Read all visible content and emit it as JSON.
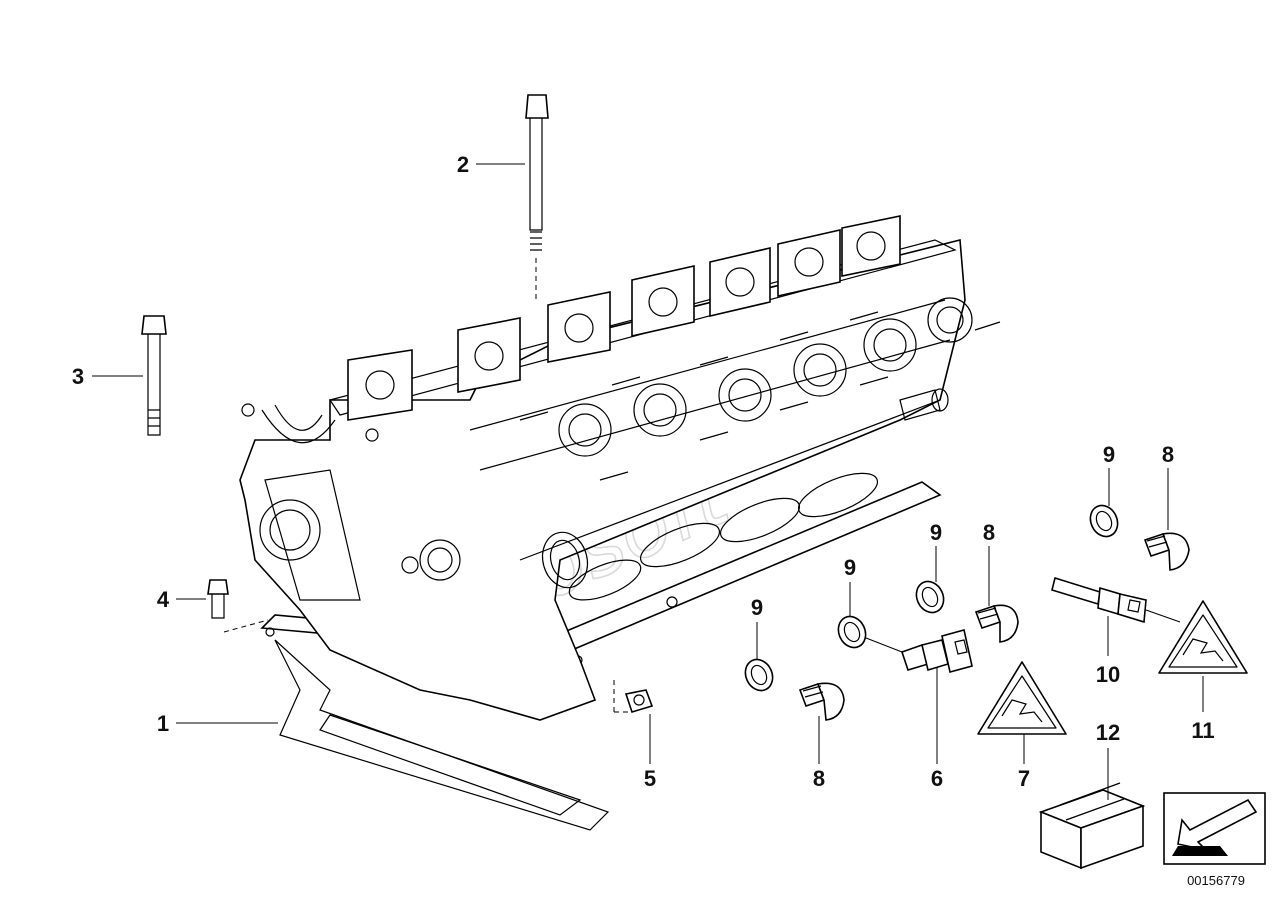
{
  "diagram": {
    "type": "exploded-parts-diagram",
    "callouts": [
      {
        "id": "c1",
        "label": "1"
      },
      {
        "id": "c2",
        "label": "2"
      },
      {
        "id": "c3",
        "label": "3"
      },
      {
        "id": "c4",
        "label": "4"
      },
      {
        "id": "c5",
        "label": "5"
      },
      {
        "id": "c6",
        "label": "6"
      },
      {
        "id": "c7",
        "label": "7"
      },
      {
        "id": "c8a",
        "label": "8"
      },
      {
        "id": "c8b",
        "label": "8"
      },
      {
        "id": "c8c",
        "label": "8"
      },
      {
        "id": "c9a",
        "label": "9"
      },
      {
        "id": "c9b",
        "label": "9"
      },
      {
        "id": "c9c",
        "label": "9"
      },
      {
        "id": "c9d",
        "label": "9"
      },
      {
        "id": "c10",
        "label": "10"
      },
      {
        "id": "c11",
        "label": "11"
      },
      {
        "id": "c12",
        "label": "12"
      }
    ],
    "document_number": "00156779",
    "watermark": "Autosoft"
  }
}
